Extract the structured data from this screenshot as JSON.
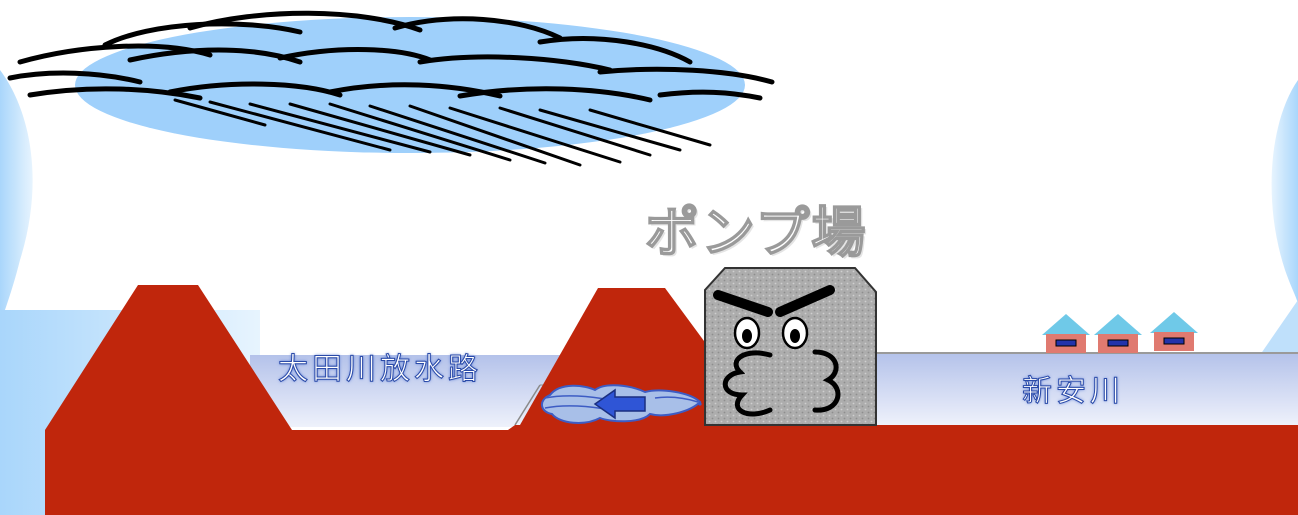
{
  "labels": {
    "pump_station": "ポンプ場",
    "left_river": "太田川放水路",
    "right_river": "新安川"
  },
  "colors": {
    "sky_accent": "#bfe0fb",
    "cloud_fill": "#9fd0fb",
    "ground": "#c0260c",
    "water": "#c7d2ef",
    "pump_body": "#a9a9a9",
    "house_roof": "#6fc9e8",
    "house_wall": "#e07a70",
    "arrow": "#2f55d6"
  },
  "icons": [
    "rain-cloud-icon",
    "pump-face-icon",
    "outflow-arrow-icon",
    "house-icon"
  ]
}
